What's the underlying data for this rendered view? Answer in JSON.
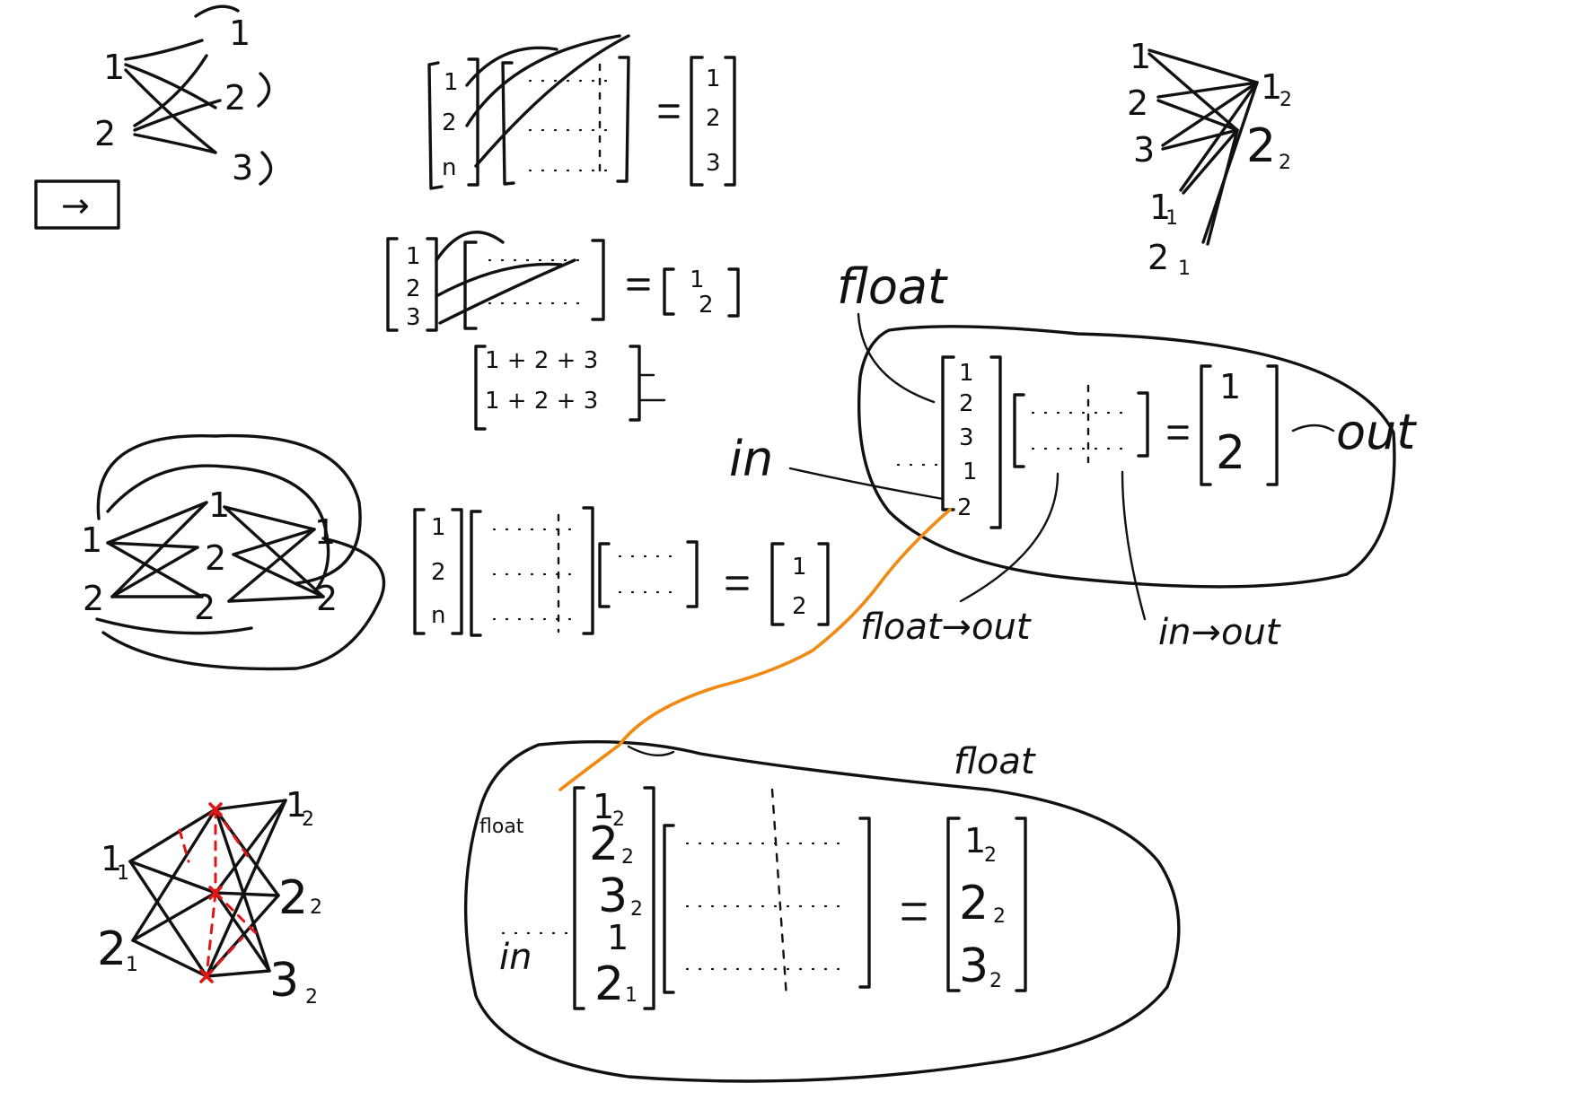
{
  "labels": {
    "one": "1",
    "two": "2",
    "three": "3",
    "n": "n",
    "arrow": "→",
    "plus_row": "1 + 2 + 3",
    "sub_1": "1",
    "sub_2": "2",
    "float": "float",
    "in": "in",
    "out": "out",
    "float_to_out": "float→out",
    "in_to_out": "in→out"
  }
}
